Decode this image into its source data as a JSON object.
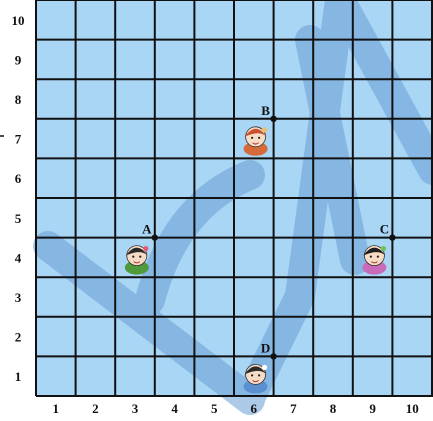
{
  "grid": {
    "x_labels": [
      "1",
      "2",
      "3",
      "4",
      "5",
      "6",
      "7",
      "8",
      "9",
      "10"
    ],
    "y_labels": [
      "1",
      "2",
      "3",
      "4",
      "5",
      "6",
      "7",
      "8",
      "9",
      "10"
    ],
    "fill_color": "#a9d6f5",
    "line_color": "#111111"
  },
  "points": [
    {
      "label": "A",
      "x": 3.5,
      "y": 4.5,
      "figure": "child-with-flower-headband-icon"
    },
    {
      "label": "B",
      "x": 6.5,
      "y": 7.5,
      "figure": "girl-with-headscarf-icon"
    },
    {
      "label": "C",
      "x": 9.5,
      "y": 4.5,
      "figure": "smiling-girl-icon"
    },
    {
      "label": "D",
      "x": 6.5,
      "y": 1.5,
      "figure": "boy-icon"
    }
  ],
  "watermark": {
    "color": "#6a9fd6"
  }
}
